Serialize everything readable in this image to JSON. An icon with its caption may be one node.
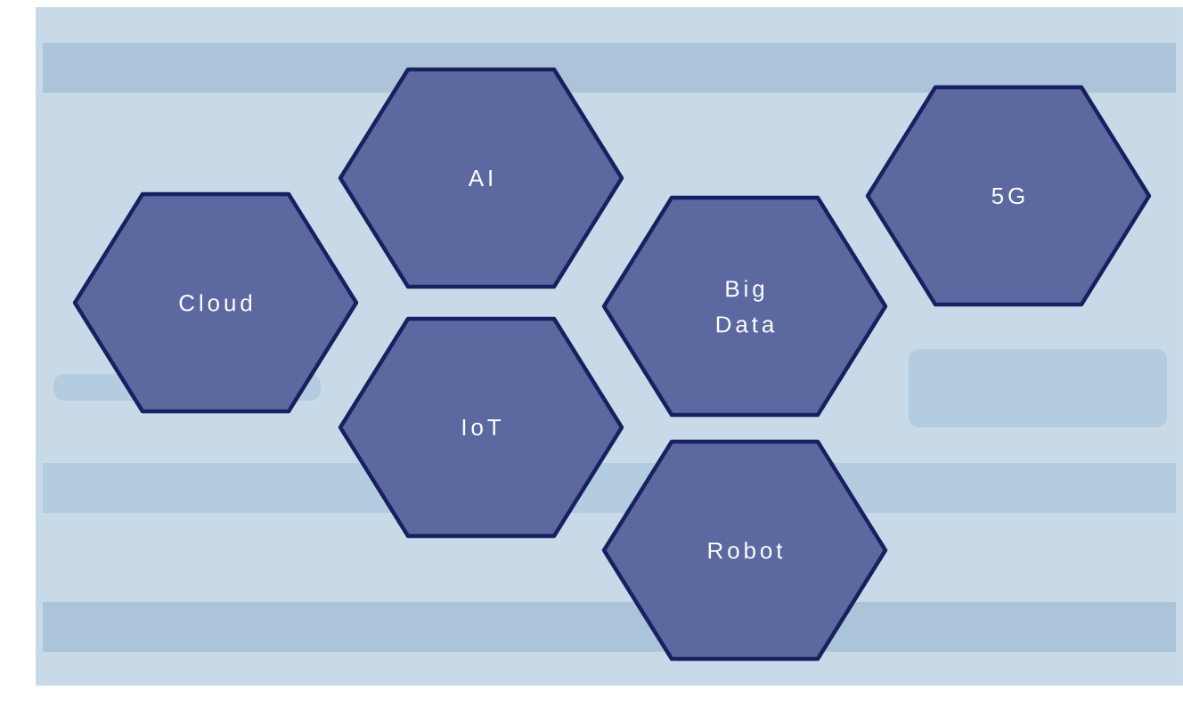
{
  "diagram": {
    "nodes": [
      {
        "text": [
          "Cloud"
        ]
      },
      {
        "text": [
          "AI"
        ]
      },
      {
        "text": [
          "IoT"
        ]
      },
      {
        "text": [
          "Big Data"
        ]
      },
      {
        "text": [
          "Robot"
        ]
      },
      {
        "text": [
          "5G"
        ]
      }
    ]
  }
}
